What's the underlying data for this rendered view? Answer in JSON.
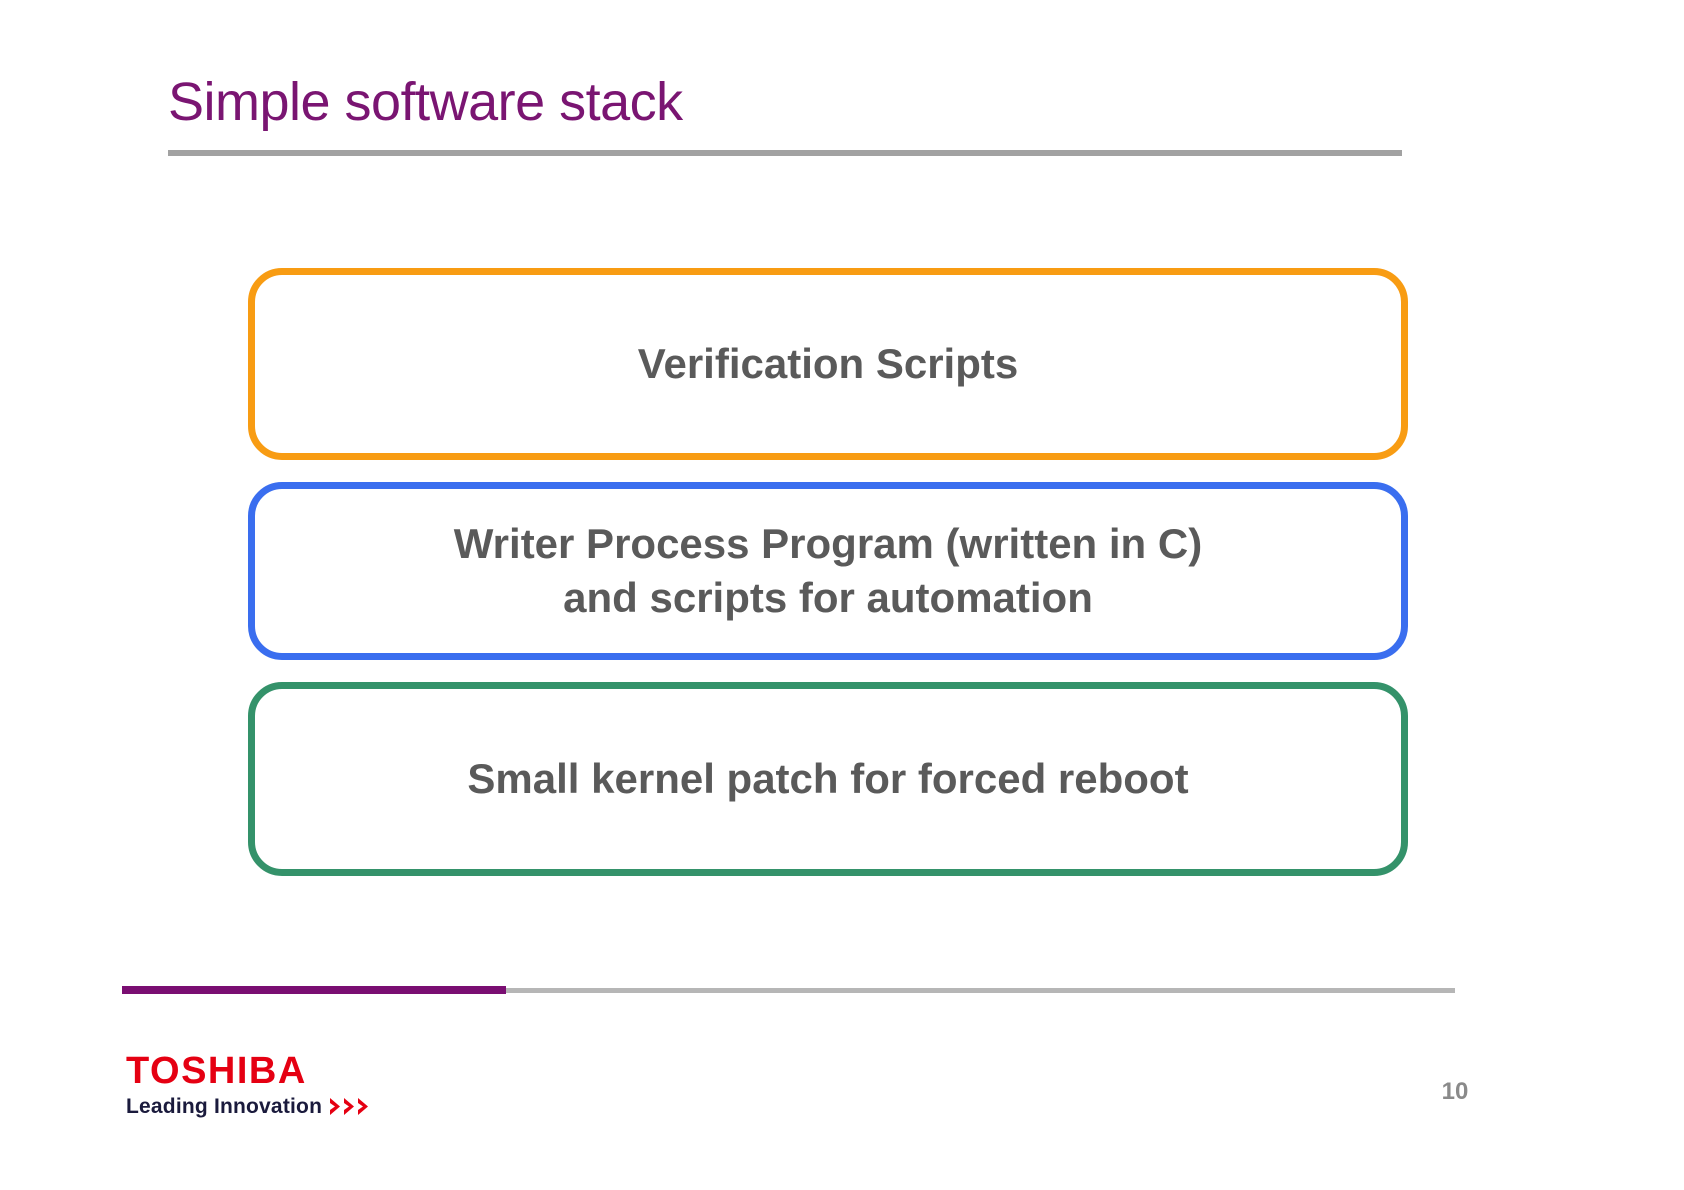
{
  "slide": {
    "title": "Simple software stack",
    "page_number": "10",
    "title_color": "#7A1572",
    "title_rule_color": "#A2A2A2",
    "body_text_color": "#5A5A5A"
  },
  "stack": {
    "boxes": [
      {
        "id": "verification",
        "label": "Verification Scripts",
        "border_color": "#F89C13",
        "color_name": "orange",
        "lines": [
          "Verification Scripts"
        ]
      },
      {
        "id": "writer",
        "label": "Writer Process Program (written in C) and scripts for automation",
        "border_color": "#3A6EEF",
        "color_name": "blue",
        "lines": [
          "Writer Process Program (written in C)",
          "and scripts for automation"
        ]
      },
      {
        "id": "kernel",
        "label": "Small kernel patch for forced reboot",
        "border_color": "#34926A",
        "color_name": "green",
        "lines": [
          "Small kernel patch for forced reboot"
        ]
      }
    ]
  },
  "footer": {
    "logo": {
      "wordmark": "TOSHIBA",
      "tagline": "Leading Innovation",
      "wordmark_color": "#E50012",
      "tagline_color": "#1A1A3C",
      "chevron_color": "#E50012",
      "chevron_count": 3
    },
    "accent_rule_color": "#7A0E72",
    "base_rule_color": "#B6B6B6"
  }
}
